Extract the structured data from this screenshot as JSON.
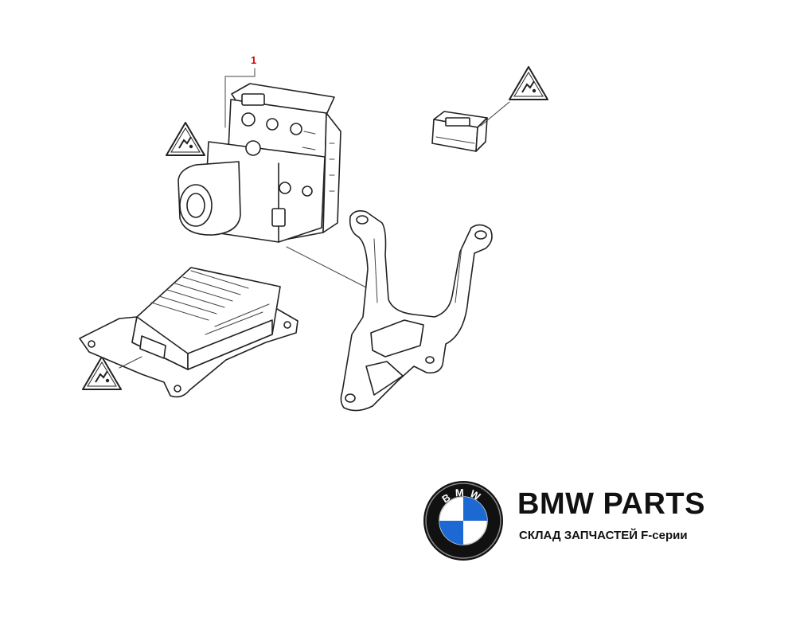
{
  "diagram": {
    "callout_number": "1",
    "warning_symbol": "esd-warning-triangle-icon"
  },
  "brand": {
    "logo_letters": "BMW",
    "title": "BMW PARTS",
    "subtitle": "СКЛАД ЗАПЧАСТЕЙ F-серии",
    "colors": {
      "blue": "#1c69d4",
      "black": "#111111",
      "white": "#ffffff"
    }
  }
}
